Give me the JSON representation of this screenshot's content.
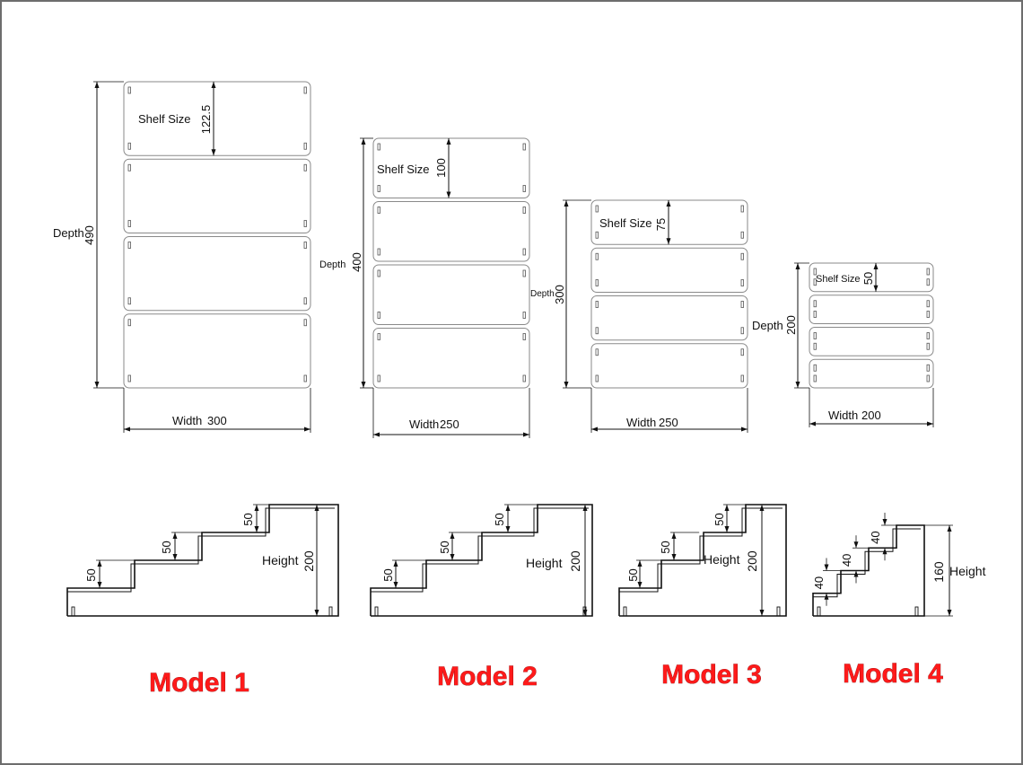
{
  "labels": {
    "shelf_size": "Shelf Size",
    "depth": "Depth",
    "width": "Width",
    "height": "Height"
  },
  "models": [
    {
      "name": "Model 1",
      "shelf_size": "122.5",
      "depth": "490",
      "width": "300",
      "step_height": "50",
      "height": "200",
      "shelf_count": 4
    },
    {
      "name": "Model 2",
      "shelf_size": "100",
      "depth": "400",
      "width": "250",
      "step_height": "50",
      "height": "200",
      "shelf_count": 4
    },
    {
      "name": "Model 3",
      "shelf_size": "75",
      "depth": "300",
      "width": "250",
      "step_height": "50",
      "height": "200",
      "shelf_count": 4
    },
    {
      "name": "Model 4",
      "shelf_size": "50",
      "depth": "200",
      "width": "200",
      "step_height": "40",
      "height": "160",
      "shelf_count": 4
    }
  ],
  "colors": {
    "background": "#ffffff",
    "frame": "#6d6d6d",
    "line": "#111111",
    "shelf_outline": "#8a8a8a",
    "model_label": "#ff1a1a"
  }
}
